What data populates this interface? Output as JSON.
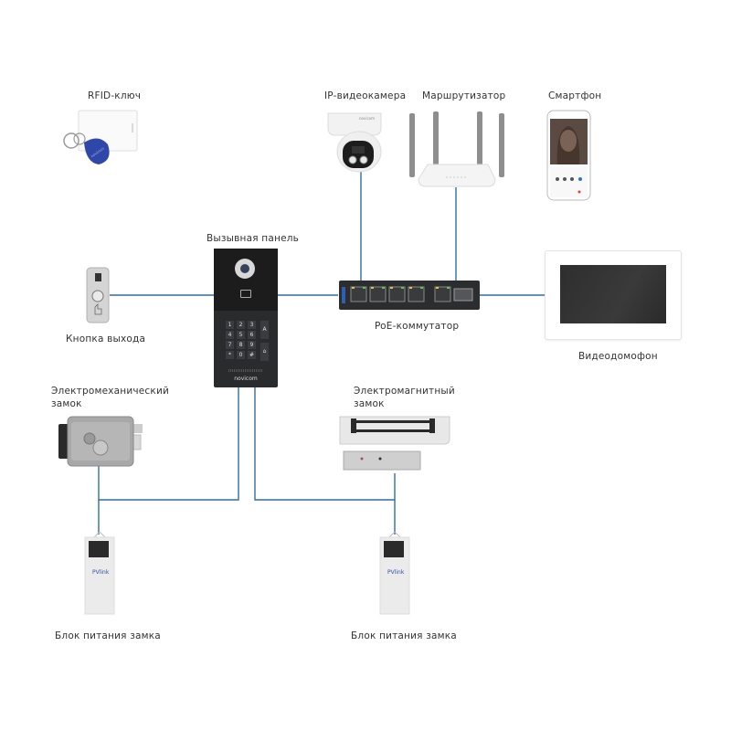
{
  "diagram": {
    "title": "Intercom system connection diagram",
    "wire_color": "#2f6fa3",
    "devices": {
      "rfid": {
        "label": "RFID-ключ",
        "tag_brand": "novicom"
      },
      "camera": {
        "label": "IP-видеокамера",
        "brand": "novicom"
      },
      "router": {
        "label": "Маршрутизатор"
      },
      "smartphone": {
        "label": "Смартфон"
      },
      "exit_button": {
        "label": "Кнопка выхода"
      },
      "call_panel": {
        "label": "Вызывная панель",
        "brand": "novicom",
        "keys": [
          "1",
          "2",
          "3",
          "4",
          "5",
          "6",
          "7",
          "8",
          "9",
          "*",
          "0",
          "#"
        ],
        "side_keys": [
          "A",
          "⌂"
        ]
      },
      "poe_switch": {
        "label": "PoE-коммутатор",
        "port_count": 5,
        "sfp_count": 1
      },
      "video_intercom": {
        "label": "Видеодомофон"
      },
      "em_lock": {
        "label_line1": "Электромеханический",
        "label_line2": "замок"
      },
      "mag_lock": {
        "label_line1": "Электромагнитный",
        "label_line2": "замок"
      },
      "psu_left": {
        "label": "Блок питания замка",
        "brand": "PVlink"
      },
      "psu_right": {
        "label": "Блок питания замка",
        "brand": "PVlink"
      }
    }
  }
}
